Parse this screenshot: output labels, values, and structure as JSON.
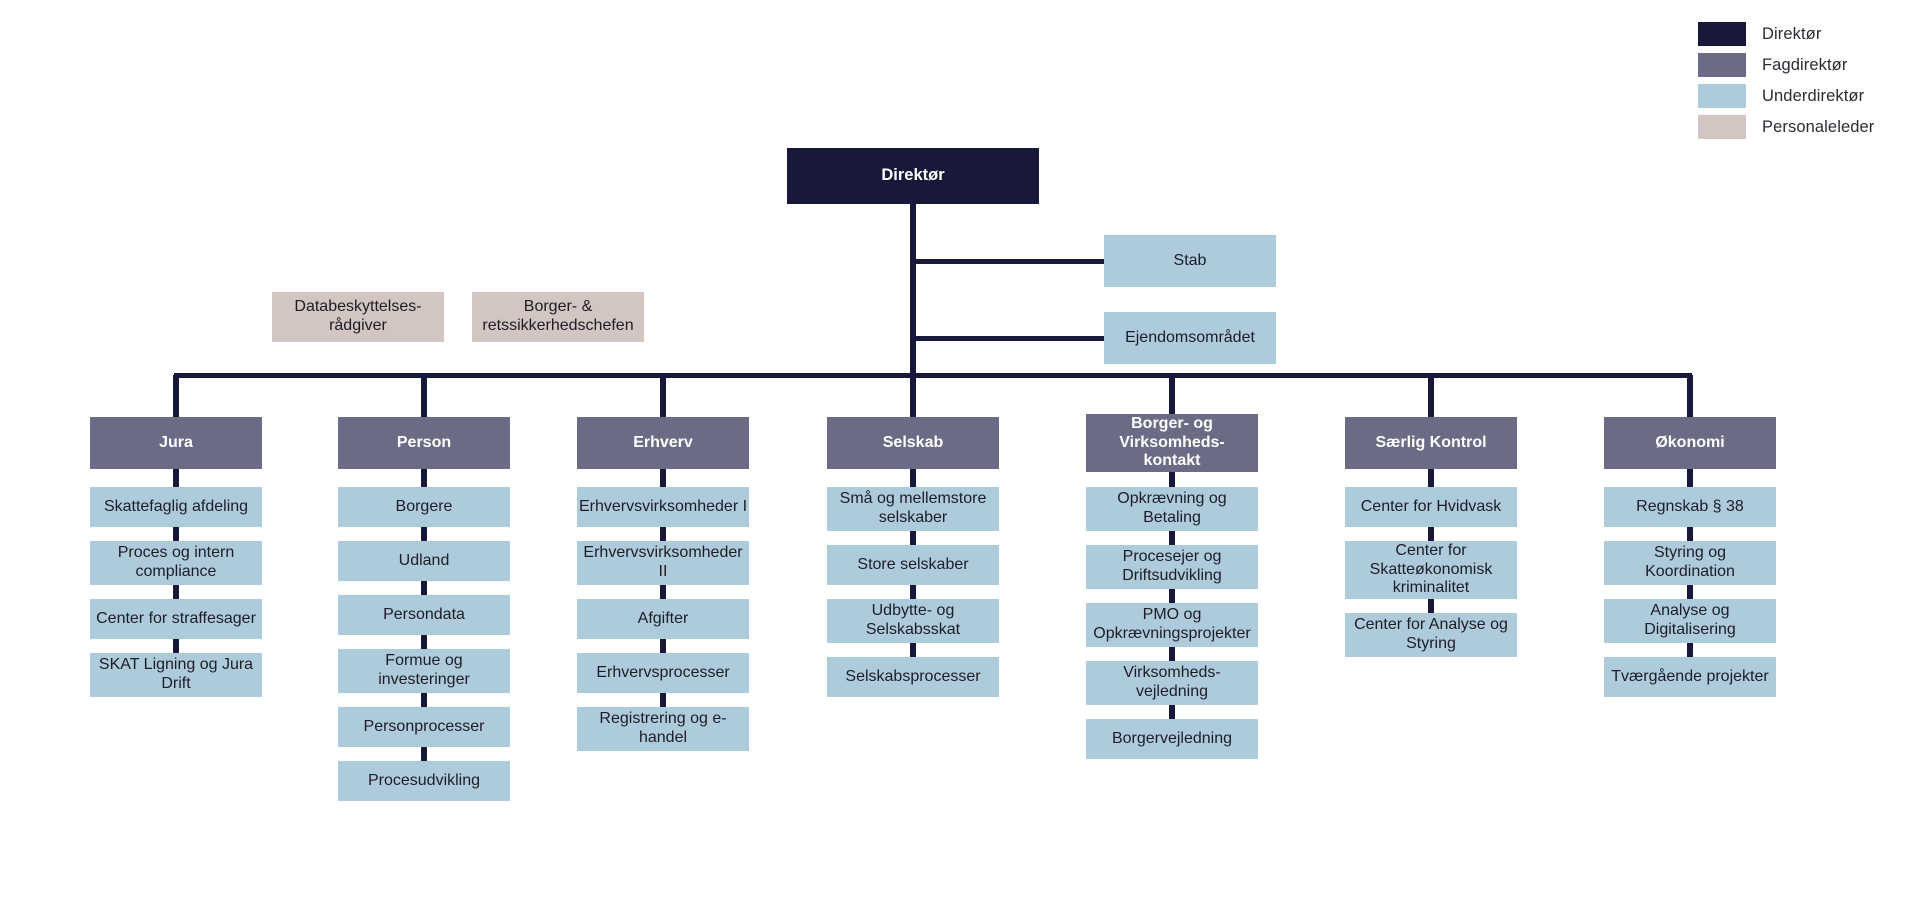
{
  "legend": {
    "items": [
      {
        "label": "Direktør",
        "color": "#18183a"
      },
      {
        "label": "Fagdirektør",
        "color": "#6b6b85"
      },
      {
        "label": "Underdirektør",
        "color": "#aecbdb"
      },
      {
        "label": "Personaleleder",
        "color": "#d3c5c2"
      }
    ]
  },
  "root": {
    "label": "Direktør",
    "level": "Direktør"
  },
  "staff_units": [
    {
      "label": "Stab",
      "level": "Underdirektør"
    },
    {
      "label": "Ejendomsområdet",
      "level": "Underdirektør"
    }
  ],
  "standalone_units": [
    {
      "label": "Databeskyttelses-\nrådgiver",
      "level": "Personaleleder"
    },
    {
      "label": "Borger- &\nretssikkerhedschefen",
      "level": "Personaleleder"
    }
  ],
  "departments": [
    {
      "label": "Jura",
      "level": "Fagdirektør",
      "children": [
        {
          "label": "Skattefaglig afdeling",
          "level": "Underdirektør"
        },
        {
          "label": "Proces og intern\ncompliance",
          "level": "Underdirektør"
        },
        {
          "label": "Center for straffesager",
          "level": "Underdirektør"
        },
        {
          "label": "SKAT Ligning og Jura\nDrift",
          "level": "Underdirektør"
        }
      ]
    },
    {
      "label": "Person",
      "level": "Fagdirektør",
      "children": [
        {
          "label": "Borgere",
          "level": "Underdirektør"
        },
        {
          "label": "Udland",
          "level": "Underdirektør"
        },
        {
          "label": "Persondata",
          "level": "Underdirektør"
        },
        {
          "label": "Formue og\ninvesteringer",
          "level": "Underdirektør"
        },
        {
          "label": "Personprocesser",
          "level": "Underdirektør"
        },
        {
          "label": "Procesudvikling",
          "level": "Underdirektør"
        }
      ]
    },
    {
      "label": "Erhverv",
      "level": "Fagdirektør",
      "children": [
        {
          "label": "Erhvervsvirksomheder I",
          "level": "Underdirektør"
        },
        {
          "label": "Erhvervsvirksomheder\nII",
          "level": "Underdirektør"
        },
        {
          "label": "Afgifter",
          "level": "Underdirektør"
        },
        {
          "label": "Erhvervsprocesser",
          "level": "Underdirektør"
        },
        {
          "label": "Registrering og e-\nhandel",
          "level": "Underdirektør"
        }
      ]
    },
    {
      "label": "Selskab",
      "level": "Fagdirektør",
      "children": [
        {
          "label": "Små og mellemstore\nselskaber",
          "level": "Underdirektør"
        },
        {
          "label": "Store selskaber",
          "level": "Underdirektør"
        },
        {
          "label": "Udbytte- og\nSelskabsskat",
          "level": "Underdirektør"
        },
        {
          "label": "Selskabsprocesser",
          "level": "Underdirektør"
        }
      ]
    },
    {
      "label": "Borger- og\nVirksomheds-\nkontakt",
      "level": "Fagdirektør",
      "children": [
        {
          "label": "Opkrævning og\nBetaling",
          "level": "Underdirektør"
        },
        {
          "label": "Procesejer og\nDriftsudvikling",
          "level": "Underdirektør"
        },
        {
          "label": "PMO og\nOpkrævningsprojekter",
          "level": "Underdirektør"
        },
        {
          "label": "Virksomheds-\nvejledning",
          "level": "Underdirektør"
        },
        {
          "label": "Borgervejledning",
          "level": "Underdirektør"
        }
      ]
    },
    {
      "label": "Særlig Kontrol",
      "level": "Fagdirektør",
      "children": [
        {
          "label": "Center for Hvidvask",
          "level": "Underdirektør"
        },
        {
          "label": "Center for\nSkatteøkonomisk\nkriminalitet",
          "level": "Underdirektør"
        },
        {
          "label": "Center for Analyse og\nStyring",
          "level": "Underdirektør"
        }
      ]
    },
    {
      "label": "Økonomi",
      "level": "Fagdirektør",
      "children": [
        {
          "label": "Regnskab § 38",
          "level": "Underdirektør"
        },
        {
          "label": "Styring og\nKoordination",
          "level": "Underdirektør"
        },
        {
          "label": "Analyse og\nDigitalisering",
          "level": "Underdirektør"
        },
        {
          "label": "Tværgående projekter",
          "level": "Underdirektør"
        }
      ]
    }
  ]
}
